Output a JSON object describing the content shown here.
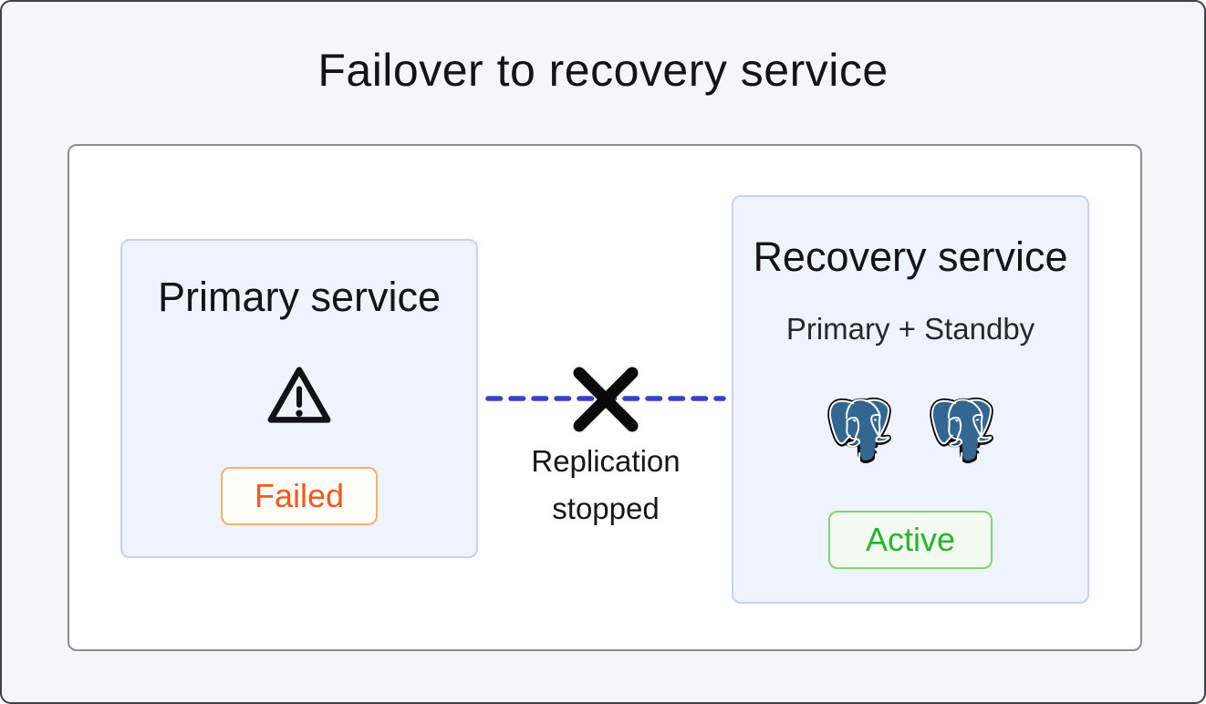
{
  "title": "Failover to recovery service",
  "primary_card": {
    "title": "Primary service",
    "status_label": "Failed"
  },
  "recovery_card": {
    "title": "Recovery service",
    "subtitle": "Primary + Standby",
    "status_label": "Active"
  },
  "connection": {
    "label": "Replication stopped"
  },
  "icons": {
    "primary_card_icon": "warning-triangle-icon",
    "recovery_card_icons": [
      "postgresql-elephant-icon",
      "postgresql-elephant-icon"
    ],
    "connection_icon": "x-cross-icon",
    "connection_line": "dashed-replication-line"
  },
  "colors": {
    "frame_bg": "#f6f6f8",
    "frame_border": "#3f3f46",
    "panel_border": "#8d8d97",
    "card_bg": "#eff3fd",
    "card_border": "#c8d1f3",
    "dash_blue": "#3742c6",
    "failed_text": "#f05a1e",
    "failed_border": "#f9b06a",
    "failed_bg": "#fffdf8",
    "active_text": "#28b42b",
    "active_border": "#7fd76a",
    "active_bg": "#f3faf1",
    "postgres_blue": "#336791",
    "text_dark": "#141418"
  }
}
